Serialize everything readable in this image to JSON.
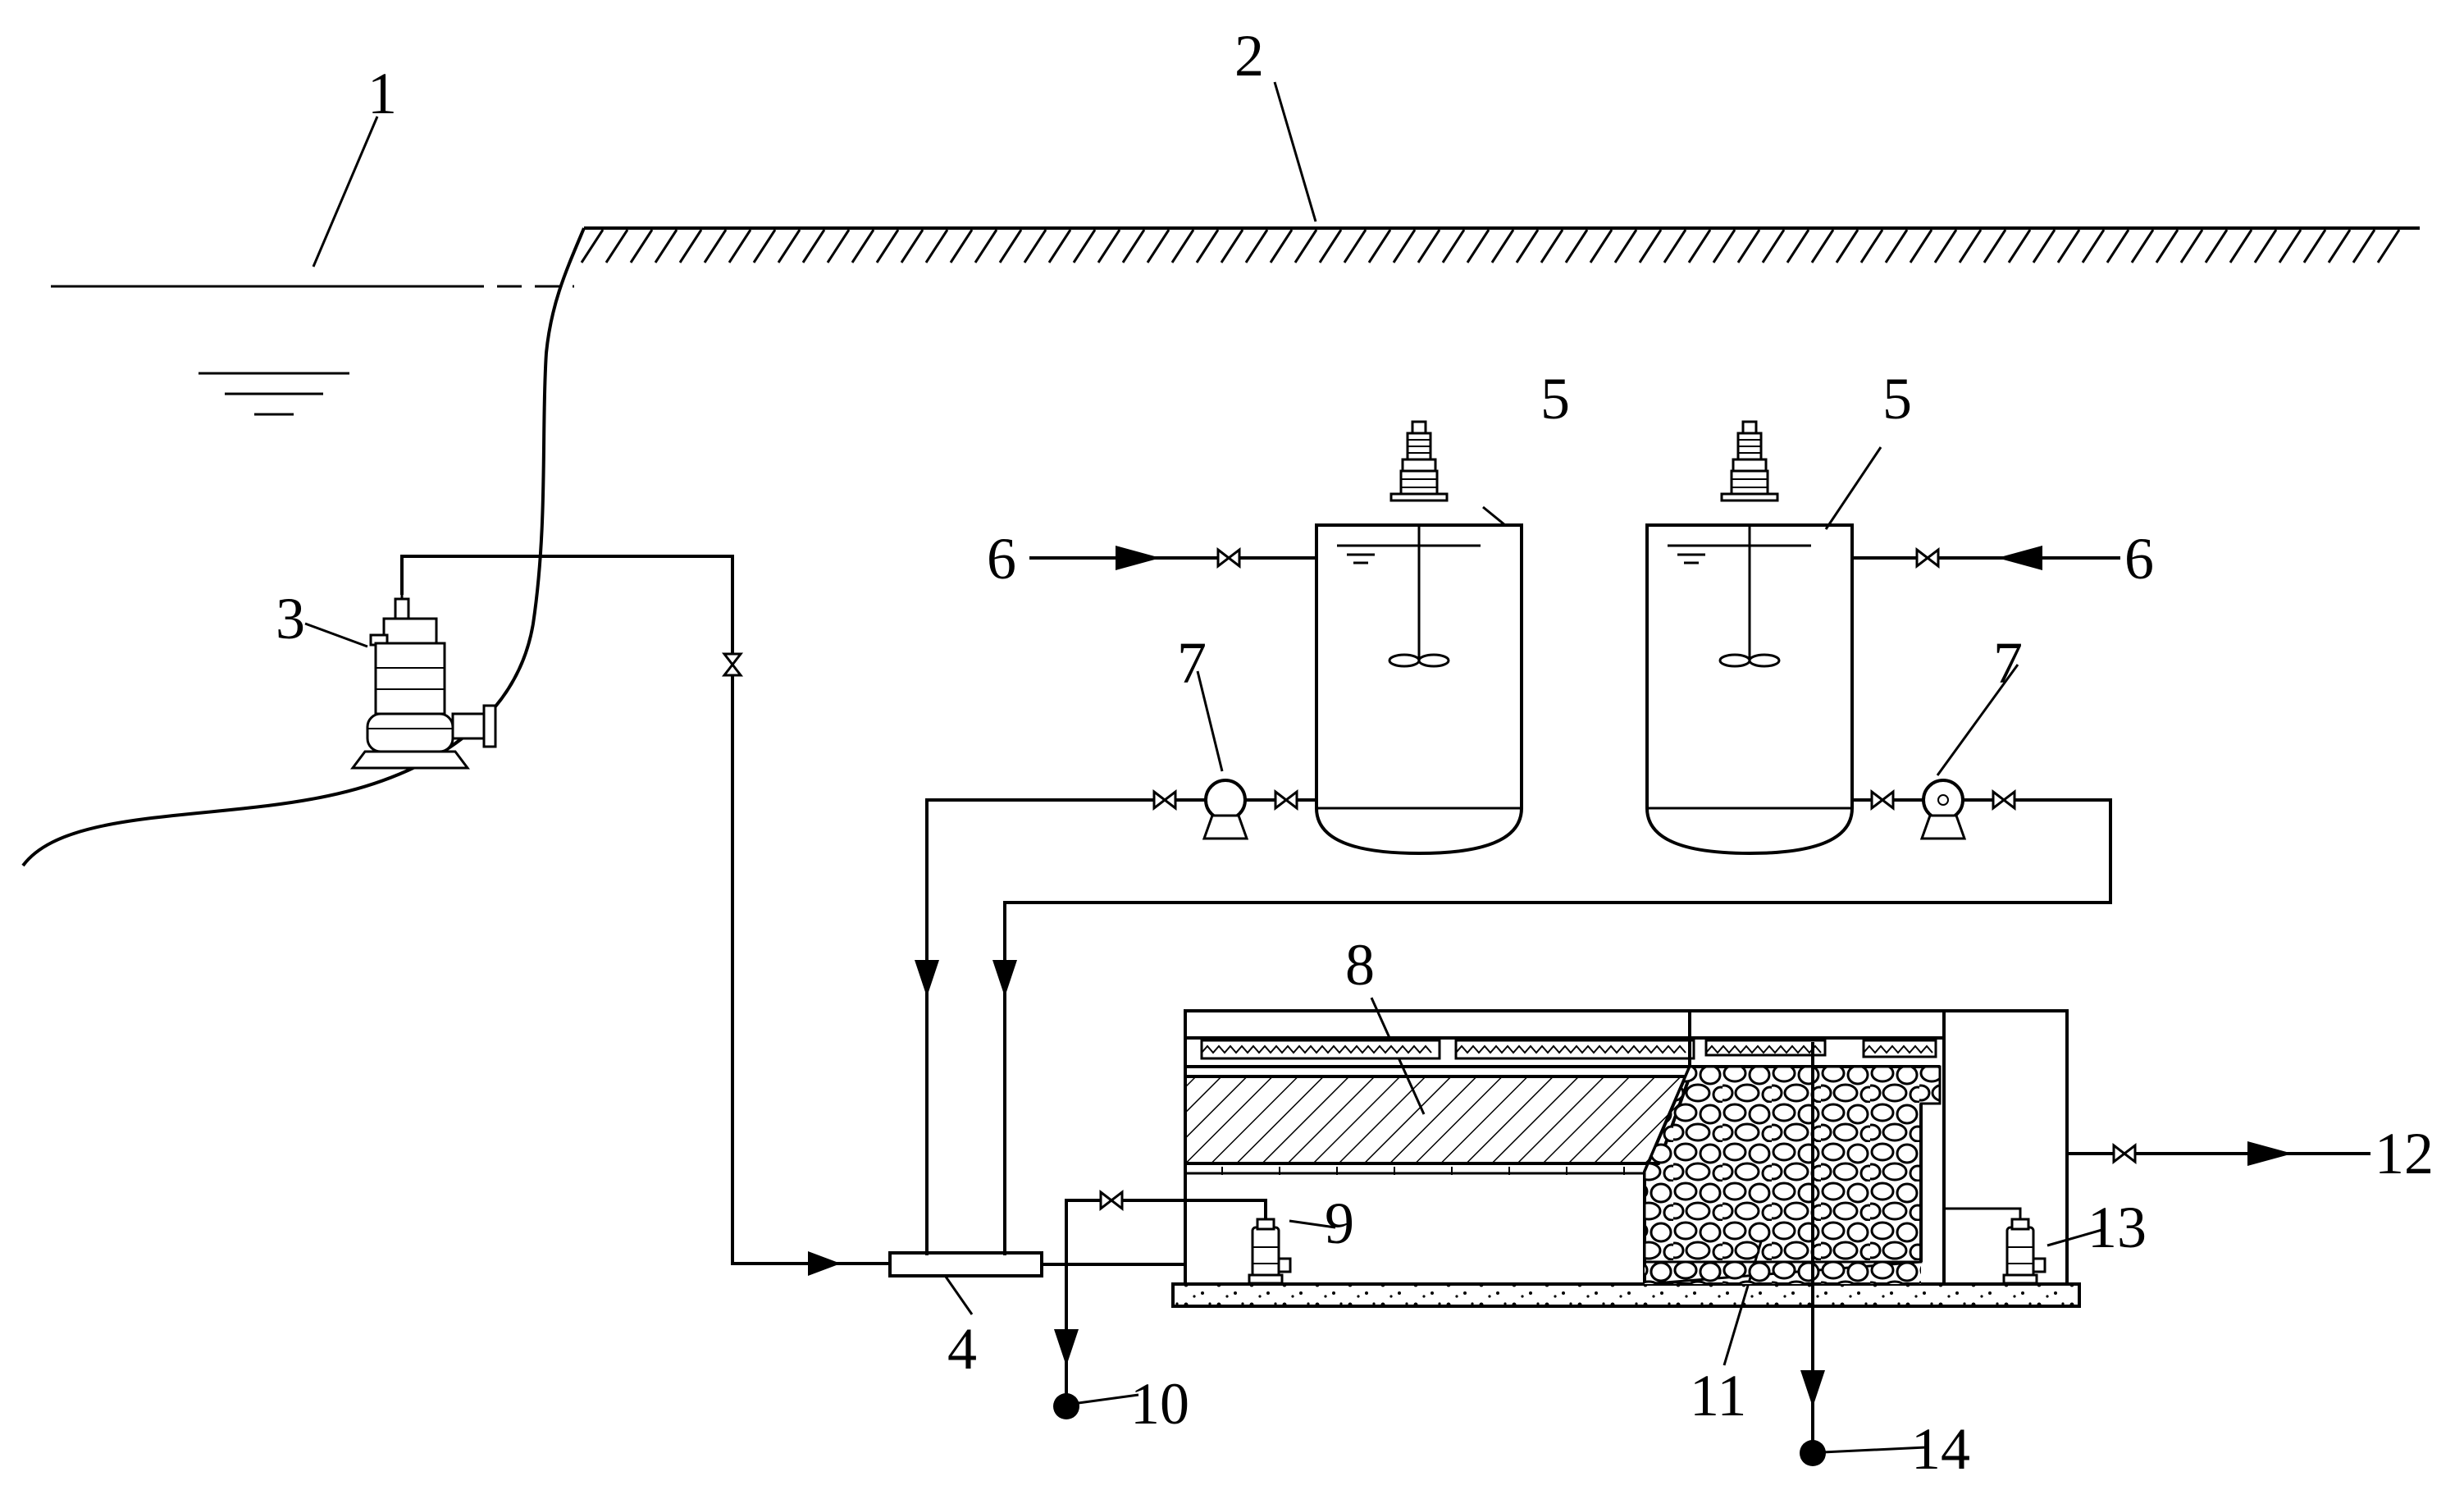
{
  "labels": {
    "water_body": "1",
    "ground_surface": "2",
    "submersible_pump": "3",
    "mixer": "4",
    "dosing_tank_left": "5",
    "dosing_tank_right": "5",
    "chemical_inlet_left": "6",
    "chemical_inlet_right": "6",
    "metering_pump_left": "7",
    "metering_pump_right": "7",
    "settling_media": "8",
    "sludge_pump": "9",
    "sludge_outlet": "10",
    "gravel_filter": "11",
    "clean_water_outlet": "12",
    "outlet_pump": "13",
    "drain_outlet": "14"
  }
}
